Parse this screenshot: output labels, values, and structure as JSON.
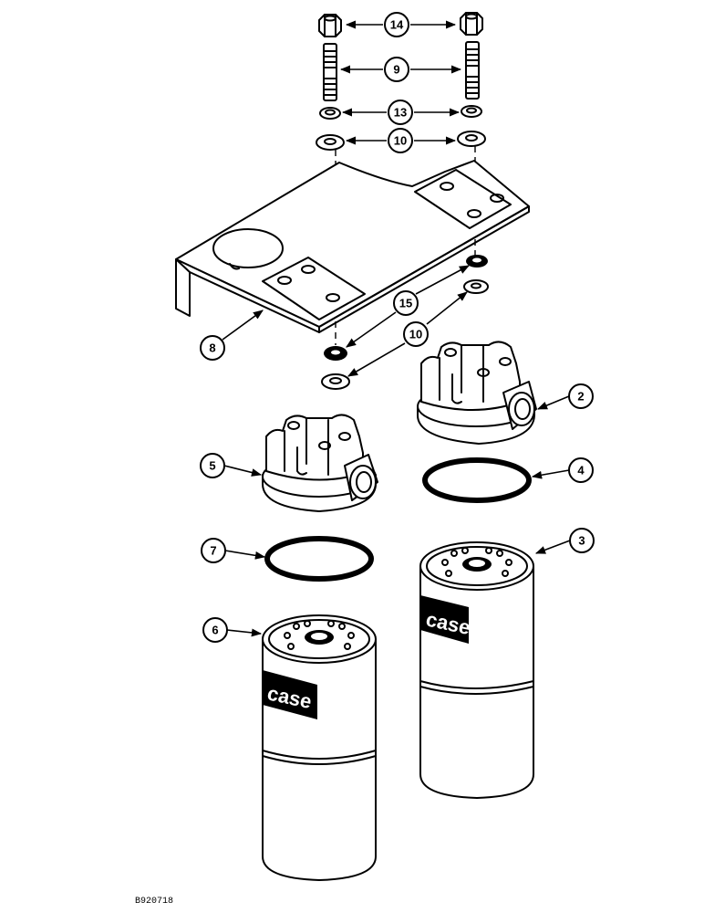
{
  "callouts": {
    "c14": "14",
    "c9": "9",
    "c13": "13",
    "c10_top": "10",
    "c15": "15",
    "c10_bottom": "10",
    "c8": "8",
    "c2": "2",
    "c5": "5",
    "c4": "4",
    "c7": "7",
    "c3": "3",
    "c6": "6"
  },
  "filter_brand_left": "case",
  "filter_brand_right": "case",
  "figure_id": "B920718"
}
